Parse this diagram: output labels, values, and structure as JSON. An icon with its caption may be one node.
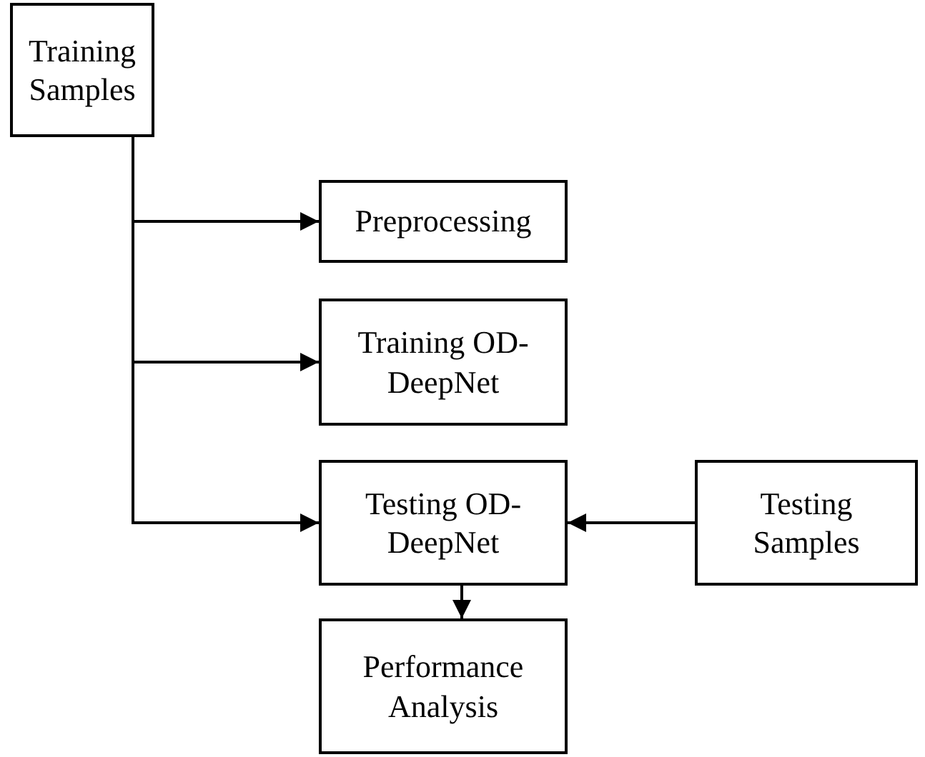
{
  "diagram": {
    "nodes": [
      {
        "text": [
          "Training Samples"
        ]
      },
      {
        "text": [
          "Preprocessing"
        ]
      },
      {
        "text": [
          "Training OD-DeepNet"
        ]
      },
      {
        "text": [
          "Testing OD-DeepNet"
        ]
      },
      {
        "text": [
          "Testing Samples"
        ]
      },
      {
        "text": [
          "Performance Analysis"
        ]
      }
    ],
    "edges": [
      {
        "from": 0,
        "to": 1,
        "arrow": "to"
      },
      {
        "from": 0,
        "to": 2,
        "arrow": "to"
      },
      {
        "from": 0,
        "to": 3,
        "arrow": "to"
      },
      {
        "from": 4,
        "to": 3,
        "arrow": "to"
      },
      {
        "from": 3,
        "to": 5,
        "arrow": "to"
      }
    ]
  }
}
